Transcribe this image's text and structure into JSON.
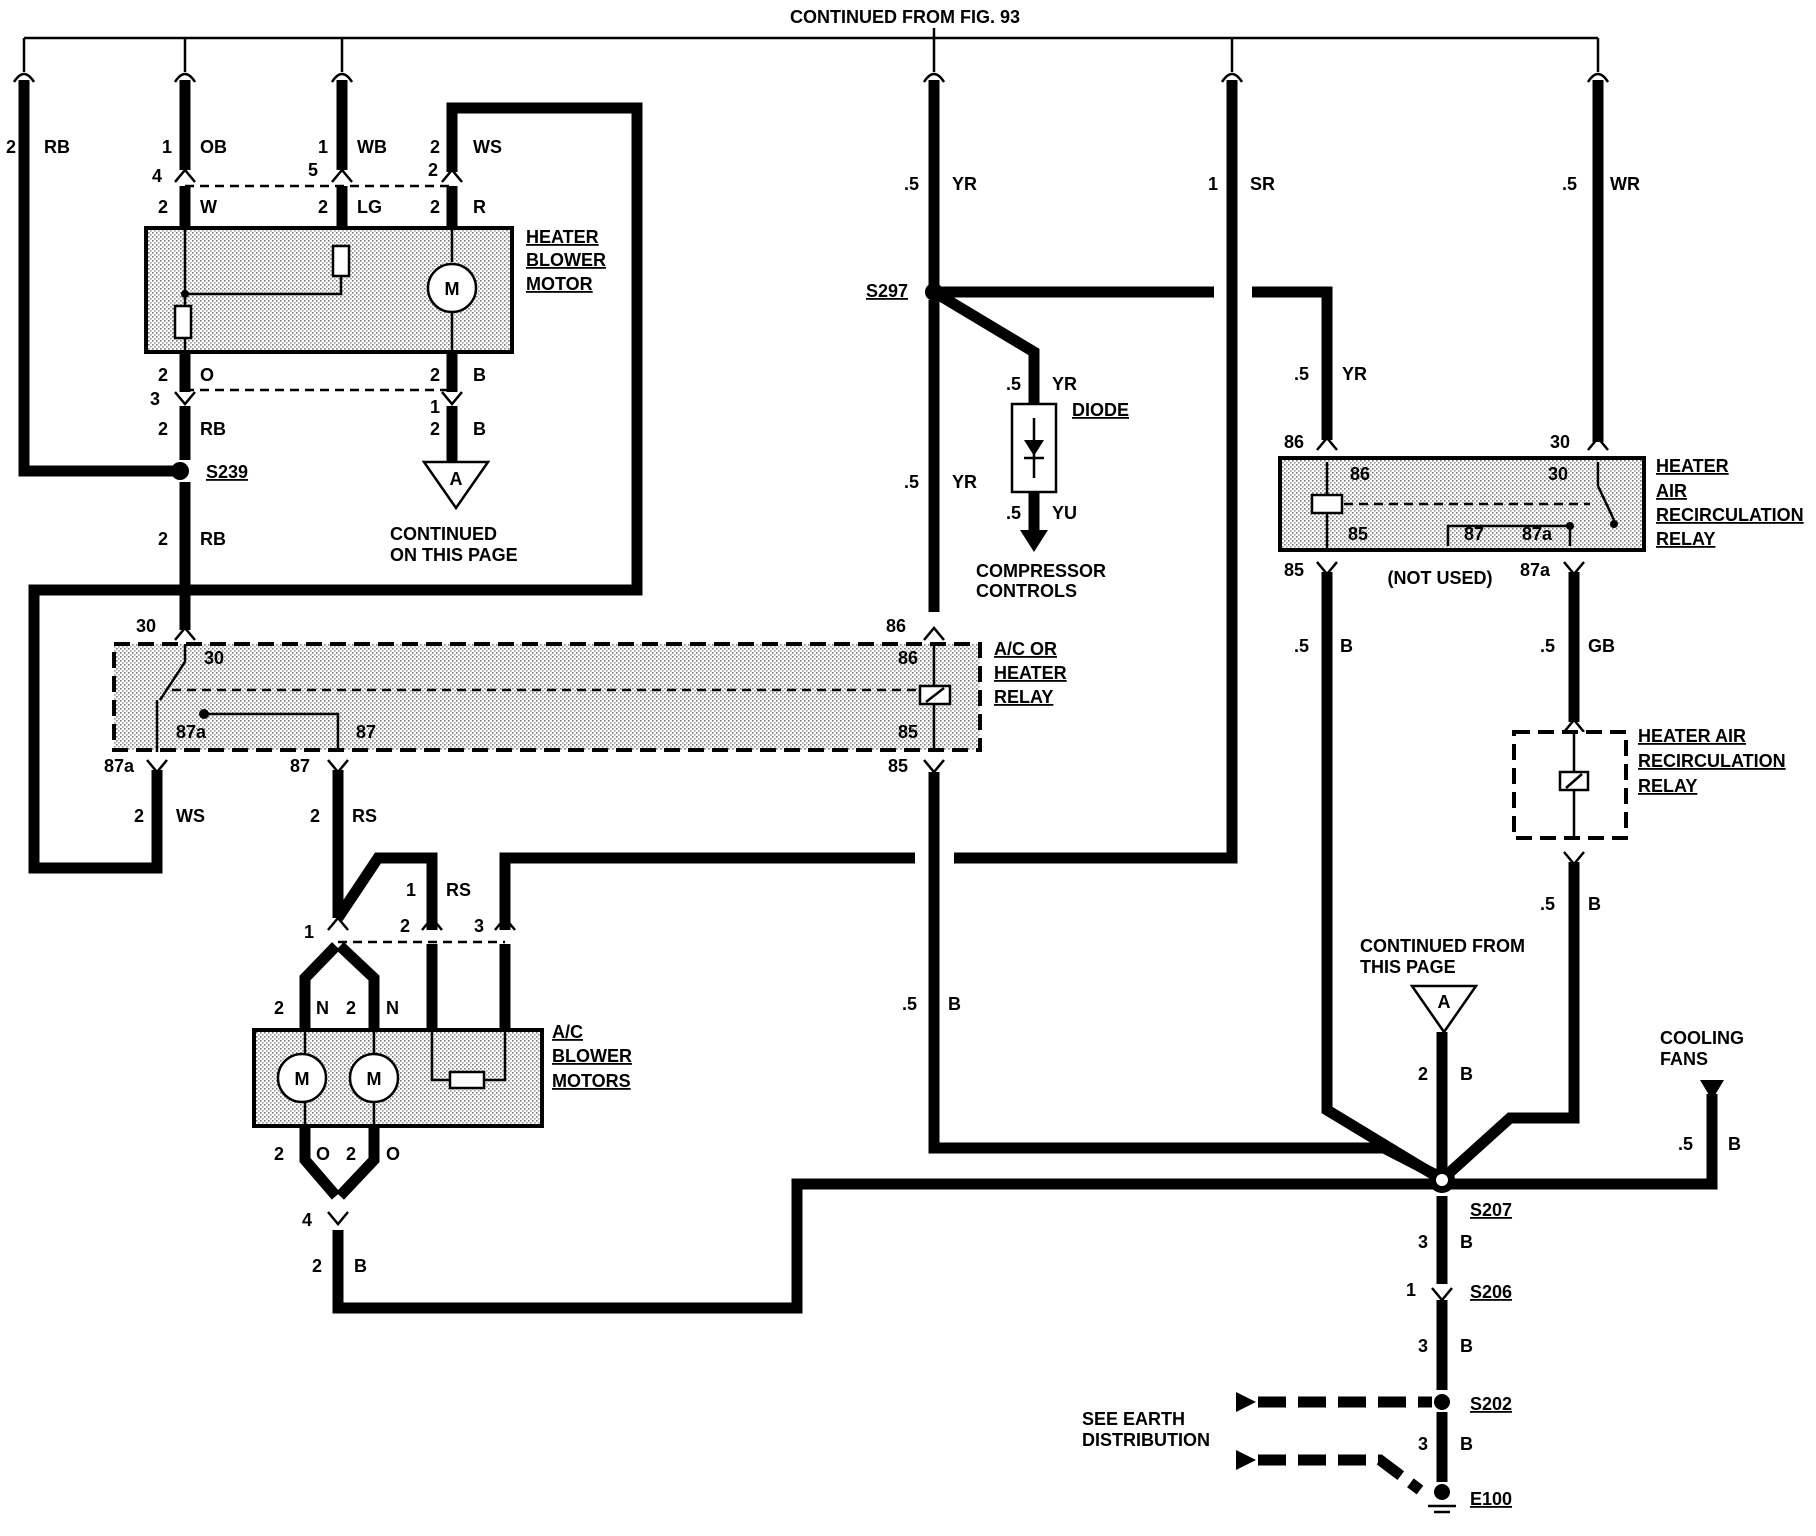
{
  "header": {
    "continued_from": "CONTINUED FROM FIG. 93"
  },
  "components": {
    "heater_blower_motor": [
      "HEATER",
      "BLOWER",
      "MOTOR"
    ],
    "ac_heater_relay": [
      "A/C OR",
      "HEATER",
      "RELAY"
    ],
    "diode": "DIODE",
    "compressor_controls": [
      "COMPRESSOR",
      "CONTROLS"
    ],
    "heater_air_recirc_relay_top": [
      "HEATER",
      "AIR",
      "RECIRCULATION",
      "RELAY"
    ],
    "heater_air_recirc_relay_bottom": [
      "HEATER AIR",
      "RECIRCULATION",
      "RELAY"
    ],
    "not_used": "(NOT USED)",
    "ac_blower_motors": [
      "A/C",
      "BLOWER",
      "MOTORS"
    ],
    "cooling_fans": [
      "COOLING",
      "FANS"
    ],
    "see_earth_distribution": [
      "SEE EARTH",
      "DISTRIBUTION"
    ],
    "motor_symbol": "M",
    "connector_a": "A"
  },
  "references": {
    "continued_on_this_page": [
      "CONTINUED",
      "ON THIS PAGE"
    ],
    "continued_from_this_page": [
      "CONTINUED FROM",
      "THIS PAGE"
    ]
  },
  "splices": {
    "s239": "S239",
    "s297": "S297",
    "s207": "S207",
    "s206": "S206",
    "s202": "S202",
    "e100": "E100"
  },
  "wire_labels": {
    "rb_top_size": "2",
    "rb_top_color": "RB",
    "ob_size": "1",
    "ob_color": "OB",
    "wb_size": "1",
    "wb_color": "WB",
    "ws_top_size": "2",
    "ws_top_color": "WS",
    "pin4": "4",
    "pin5": "5",
    "pin2_r": "2",
    "w_size": "2",
    "w_color": "W",
    "lg_size": "2",
    "lg_color": "LG",
    "r_size": "2",
    "r_color": "R",
    "o_size": "2",
    "o_color": "O",
    "b_motor_size": "2",
    "b_motor_color": "B",
    "pin3_o": "3",
    "pin1_b": "1",
    "rb_mid_size": "2",
    "rb_mid_color": "RB",
    "b_a_size": "2",
    "b_a_color": "B",
    "rb_low_size": "2",
    "rb_low_color": "RB",
    "yr_top_size": ".5",
    "yr_top_color": "YR",
    "sr_size": "1",
    "sr_color": "SR",
    "wr_size": ".5",
    "wr_color": "WR",
    "yr_diode_size": ".5",
    "yr_diode_color": "YR",
    "yu_size": ".5",
    "yu_color": "YU",
    "yr_mid_size": ".5",
    "yr_mid_color": "YR",
    "yr_right_size": ".5",
    "yr_right_color": "YR",
    "pin86_r": "86",
    "pin30_r": "30",
    "pin86_ri": "86",
    "pin30_ri": "30",
    "pin85_ri": "85",
    "pin87_ri": "87",
    "pin87a_ri": "87a",
    "pin85_r": "85",
    "pin87a_r": "87a",
    "b_85_size": ".5",
    "b_85_color": "B",
    "gb_size": ".5",
    "gb_color": "GB",
    "b_recirc_size": ".5",
    "b_recirc_color": "B",
    "pin30_ac": "30",
    "pin30_aci": "30",
    "pin86_ac": "86",
    "pin86_aci": "86",
    "pin87a_aci": "87a",
    "pin87_aci": "87",
    "pin85_aci": "85",
    "pin87a_ac": "87a",
    "pin87_ac": "87",
    "pin85_ac": "85",
    "ws_low_size": "2",
    "ws_low_color": "WS",
    "rs_size": "2",
    "rs_color": "RS",
    "rs2_size": "1",
    "rs2_color": "RS",
    "pin1_bm": "1",
    "pin2_bm": "2",
    "pin3_bm": "3",
    "n1_size": "2",
    "n1_color": "N",
    "n2_size": "2",
    "n2_color": "N",
    "o1_size": "2",
    "o1_color": "O",
    "o2_size": "2",
    "o2_color": "O",
    "pin4_bm": "4",
    "b_bm_size": "2",
    "b_bm_color": "B",
    "b_85ac_size": ".5",
    "b_85ac_color": "B",
    "b_a2_size": "2",
    "b_a2_color": "B",
    "b_fans_size": ".5",
    "b_fans_color": "B",
    "b_s207_size": "3",
    "b_s207_color": "B",
    "pin1_s206": "1",
    "b_s206_size": "3",
    "b_s206_color": "B",
    "b_s202_size": "3",
    "b_s202_color": "B"
  }
}
